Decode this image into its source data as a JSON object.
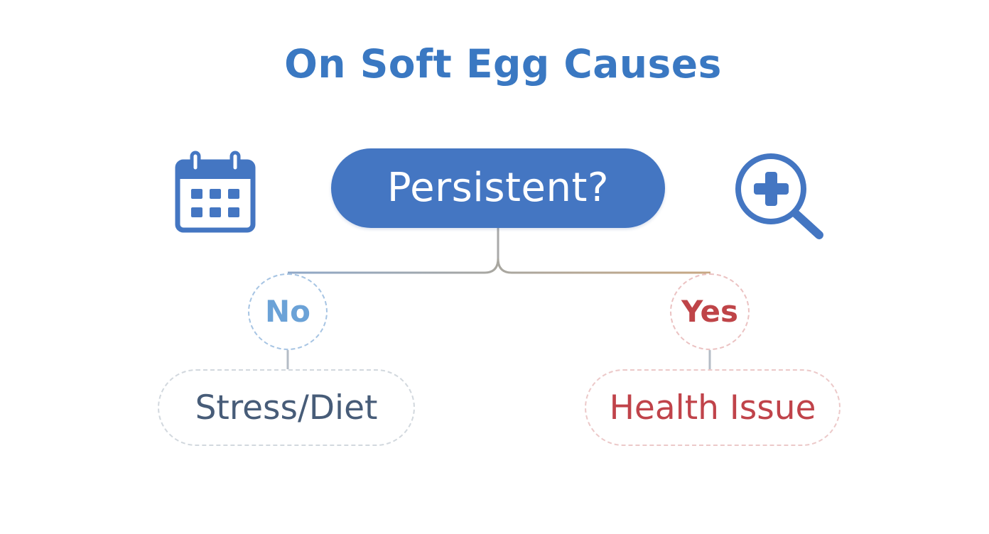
{
  "diagram": {
    "title": "On Soft Egg Causes",
    "question": "Persistent?",
    "branches": [
      {
        "answer": "No",
        "outcome": "Stress/Diet"
      },
      {
        "answer": "Yes",
        "outcome": "Health Issue"
      }
    ],
    "icons": {
      "left": "calendar-icon",
      "right": "magnifier-plus-icon"
    },
    "colors": {
      "title": "#3a78c2",
      "question_fill": "#4476c2",
      "no": "#6ba2d7",
      "yes": "#bf4448",
      "stress_text": "#475c78",
      "icon": "#4476c2"
    }
  }
}
